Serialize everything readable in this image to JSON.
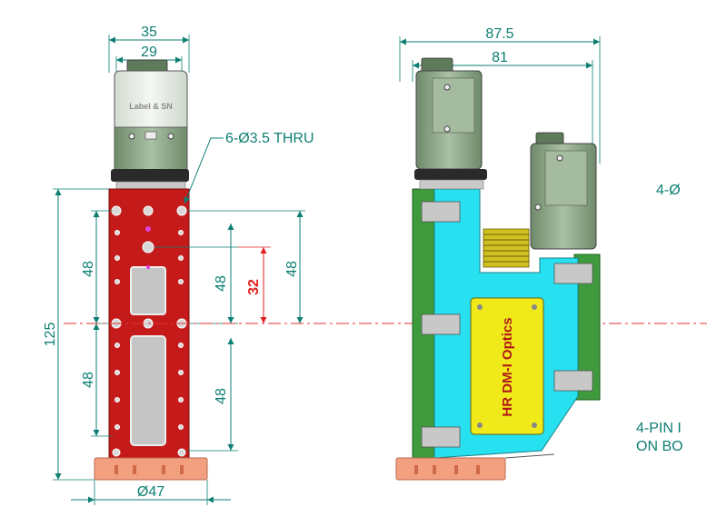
{
  "dimensions": {
    "top_width_outer": "35",
    "top_width_inner": "29",
    "hole_callout": "6-Ø3.5 THRU",
    "height_total": "125",
    "spacing_upper_left": "48",
    "spacing_lower_left": "48",
    "spacing_upper_mid": "48",
    "spacing_lower_mid": "48",
    "offset_red": "32",
    "spacing_right": "48",
    "base_diameter": "Ø47",
    "side_width_outer": "87.5",
    "side_width_inner": "81",
    "right_hole_callout": "4-Ø"
  },
  "labels": {
    "camera_label": "Label & SN",
    "brand": "HR DM-I Optics",
    "pin_note_line1": "4-PIN I",
    "pin_note_line2": "ON BO"
  },
  "colors": {
    "front_body": "#c41a1a",
    "side_body": "#27e0f0",
    "side_panel": "#3e9a3c",
    "camera_body": "#8ea88a",
    "label_plate": "#f0ea1a",
    "base": "#f2a080",
    "dimension": "#0d7f73",
    "centerline": "#e03030"
  }
}
